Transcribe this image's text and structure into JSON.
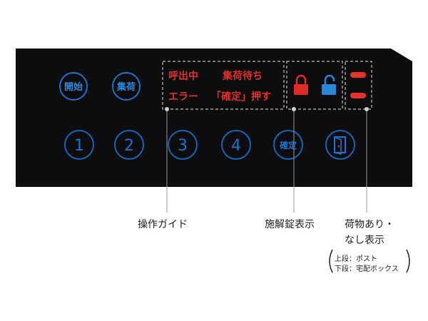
{
  "panel": {
    "start_button": "開始",
    "collect_button": "集荷",
    "status": {
      "calling": "呼出中",
      "waiting_pickup": "集荷待ち",
      "error": "エラー",
      "press_confirm": "「確定」押す"
    },
    "keys": [
      "1",
      "2",
      "3",
      "4"
    ],
    "confirm_button": "確定",
    "exit_icon": "door-exit-icon",
    "lock_icons": [
      "locked-padlock-icon",
      "unlocked-padlock-icon"
    ]
  },
  "callouts": {
    "operation_guide": "操作ガイド",
    "lock_status": "施解錠表示",
    "parcel_line1": "荷物あり・",
    "parcel_line2": "なし表示",
    "note_line1": "上段：ポスト",
    "note_line2": "下段：宅配ボックス"
  },
  "colors": {
    "panel": "#0d0d0f",
    "button_blue": "#1e73c8",
    "key_blue": "#1565b6",
    "status_red": "#e0302c",
    "lock_red": "#e02a2a",
    "unlock_blue": "#2a86d6",
    "indicator_red": "#e5332a"
  }
}
